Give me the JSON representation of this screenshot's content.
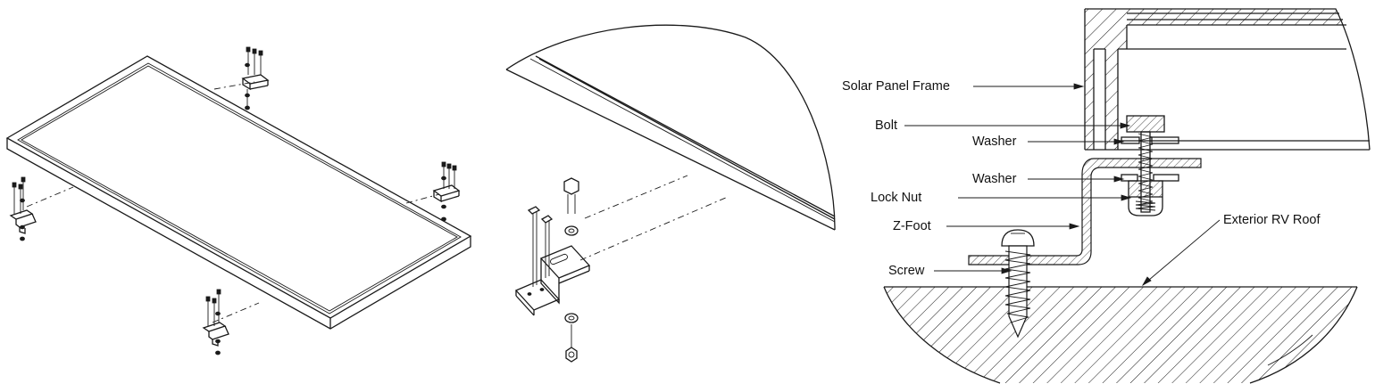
{
  "diagram": {
    "labels": {
      "frame": "Solar Panel Frame",
      "bolt": "Bolt",
      "washer_top": "Washer",
      "washer_bottom": "Washer",
      "lock_nut": "Lock Nut",
      "z_foot": "Z-Foot",
      "screw": "Screw",
      "roof": "Exterior RV Roof"
    }
  }
}
